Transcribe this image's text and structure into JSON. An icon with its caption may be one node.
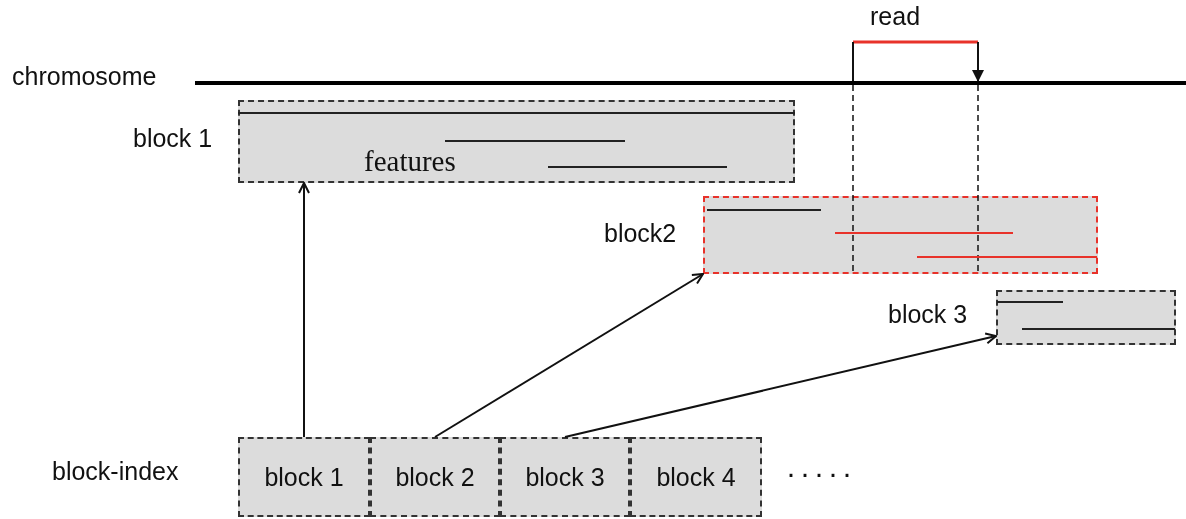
{
  "diagram": {
    "nodes": [
      {
        "text": [
          "block 1",
          "features"
        ]
      },
      {
        "text": [
          "block2"
        ]
      },
      {
        "text": [
          "block 3"
        ]
      },
      {
        "text": [
          "block 1"
        ]
      },
      {
        "text": [
          "block 2"
        ]
      },
      {
        "text": [
          "block 3"
        ]
      },
      {
        "text": [
          "block 4"
        ]
      }
    ],
    "edges": [
      {
        "from": 3,
        "to": 0,
        "arrow": "to"
      },
      {
        "from": 4,
        "to": 1,
        "arrow": "to"
      },
      {
        "from": 5,
        "to": 2,
        "arrow": "to"
      }
    ],
    "labels": [
      "read",
      "chromosome",
      "block-index",
      "·····"
    ]
  }
}
